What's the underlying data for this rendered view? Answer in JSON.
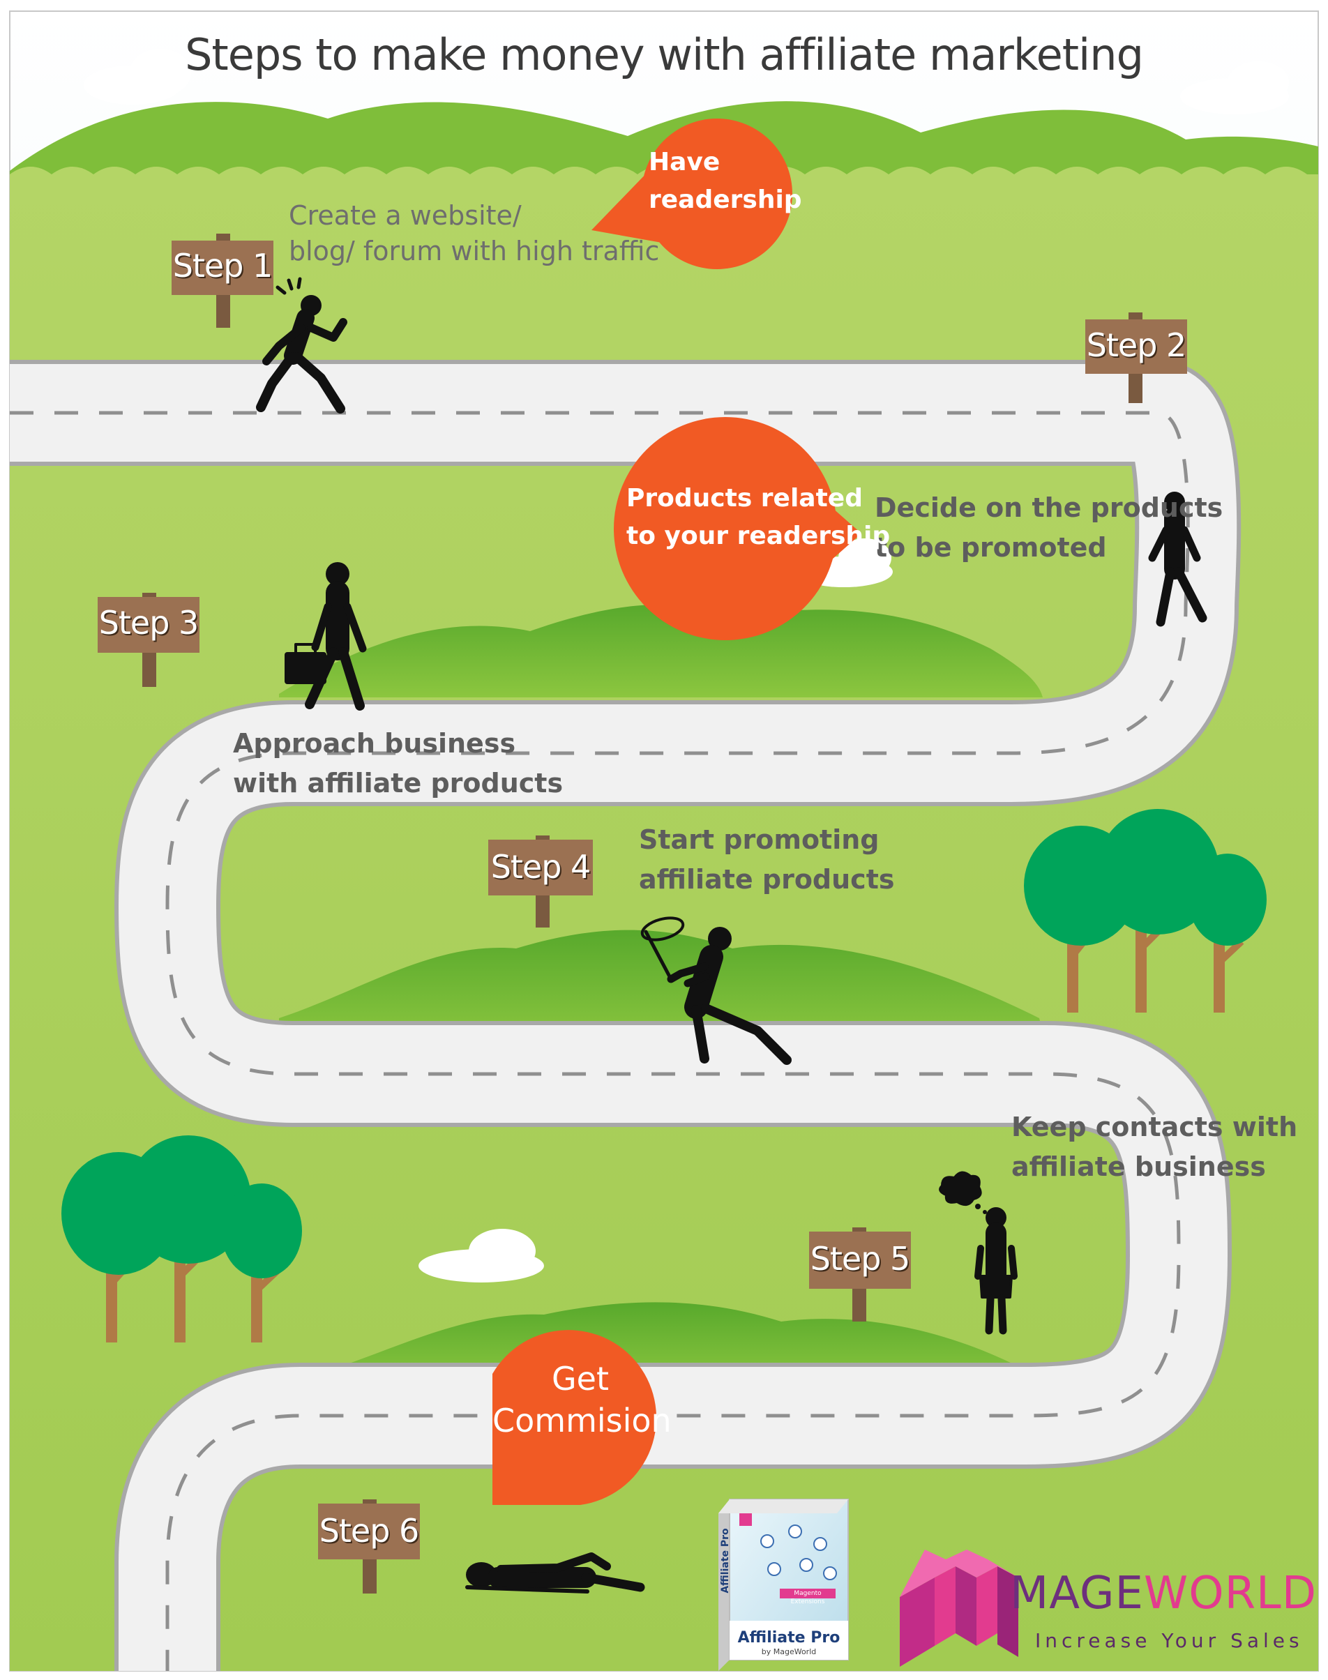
{
  "title": "Steps to make money with affiliate marketing",
  "steps": [
    {
      "label": "Step 1",
      "text": "Create a website/\nblog/ forum with high traffic"
    },
    {
      "label": "Step 2",
      "text": "Decide on the products\nto be promoted"
    },
    {
      "label": "Step 3",
      "text": "Approach business\nwith affiliate products"
    },
    {
      "label": "Step 4",
      "text": "Start promoting\naffiliate products"
    },
    {
      "label": "Step 5",
      "text": "Keep contacts with\naffiliate business"
    },
    {
      "label": "Step 6",
      "text": ""
    }
  ],
  "bubbles": {
    "readership": "Have\nreadership",
    "products": "Products related\nto your readership",
    "commission": "Get\nCommision"
  },
  "product_box": {
    "name": "Affiliate Pro",
    "by": "by MageWorld",
    "side_text": "Affiliate Pro",
    "ribbon": "Magento Extensions"
  },
  "brand": {
    "name_part1": "MAGE",
    "name_part2": "WORLD",
    "tagline": "Increase Your Sales"
  },
  "colors": {
    "sky": "#dfeff6",
    "grass": "#a9cf58",
    "hill": "#77bb38",
    "road": "#f1f1f1",
    "bubble": "#f15a24",
    "sign": "#9b7152",
    "tree": "#00a45a",
    "trunk": "#b07a46",
    "brand_purple": "#6d2f7d",
    "brand_pink": "#e23b8f"
  }
}
